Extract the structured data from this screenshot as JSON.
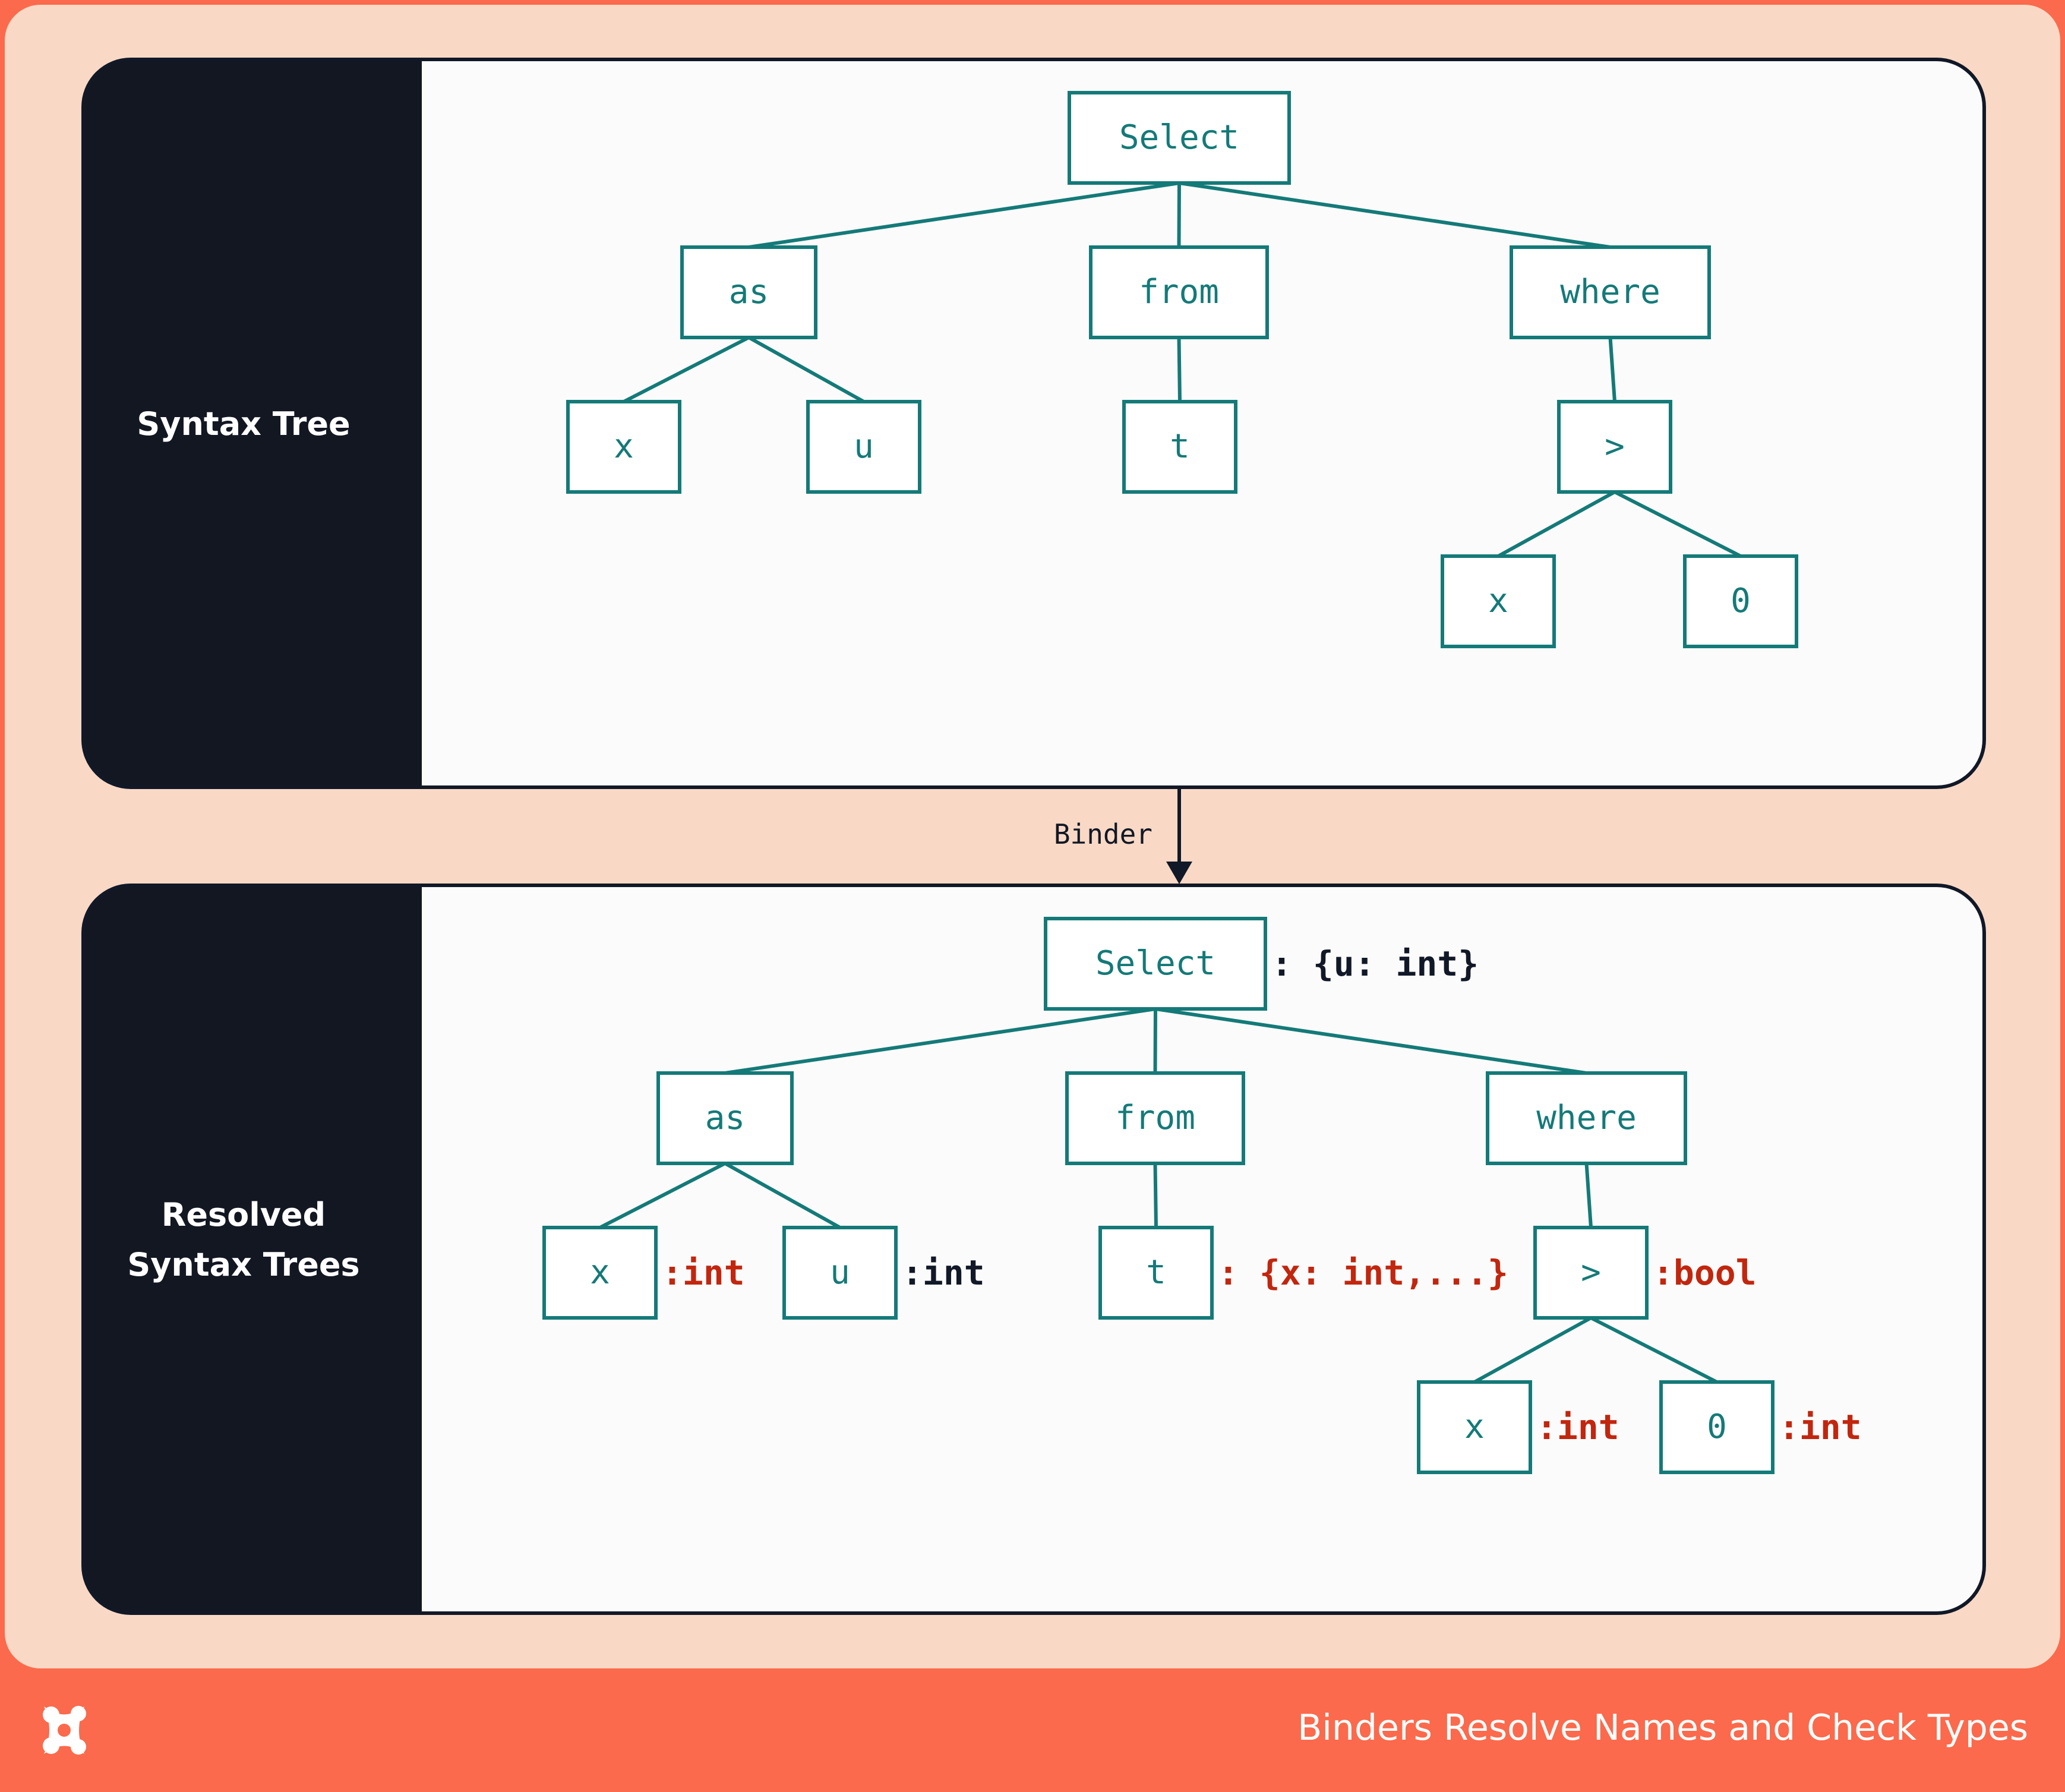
{
  "panels": [
    {
      "label_lines": [
        "Syntax Tree"
      ],
      "nodes": [
        "Select",
        "as",
        "from",
        "where",
        "x",
        "u",
        "t",
        ">",
        "x",
        "0"
      ],
      "annotations": []
    },
    {
      "label_lines": [
        "Resolved",
        "Syntax Trees"
      ],
      "nodes": [
        "Select",
        "as",
        "from",
        "where",
        "x",
        "u",
        "t",
        ">",
        "x",
        "0"
      ],
      "annotations": [
        {
          "node": 0,
          "text": ": {u: int}",
          "color": "#111827"
        },
        {
          "node": 4,
          "text": ":int",
          "color": "#c2260e"
        },
        {
          "node": 5,
          "text": ":int",
          "color": "#111827"
        },
        {
          "node": 6,
          "text": ": {x: int,...}",
          "color": "#c2260e"
        },
        {
          "node": 7,
          "text": ":bool",
          "color": "#c2260e"
        },
        {
          "node": 8,
          "text": ":int",
          "color": "#c2260e"
        },
        {
          "node": 9,
          "text": ":int",
          "color": "#c2260e"
        }
      ]
    }
  ],
  "arrow_label": "Binder",
  "footer": {
    "title": "Binders Resolve Names and Check Types",
    "logo_icon": "x-logo-icon"
  },
  "colors": {
    "page_bg": "#f9d9c5",
    "footer_bg": "#fb6a4c",
    "panel_dark": "#131722",
    "panel_light": "#fbfbfb",
    "node_stroke": "#147a78",
    "node_text": "#147a78"
  }
}
